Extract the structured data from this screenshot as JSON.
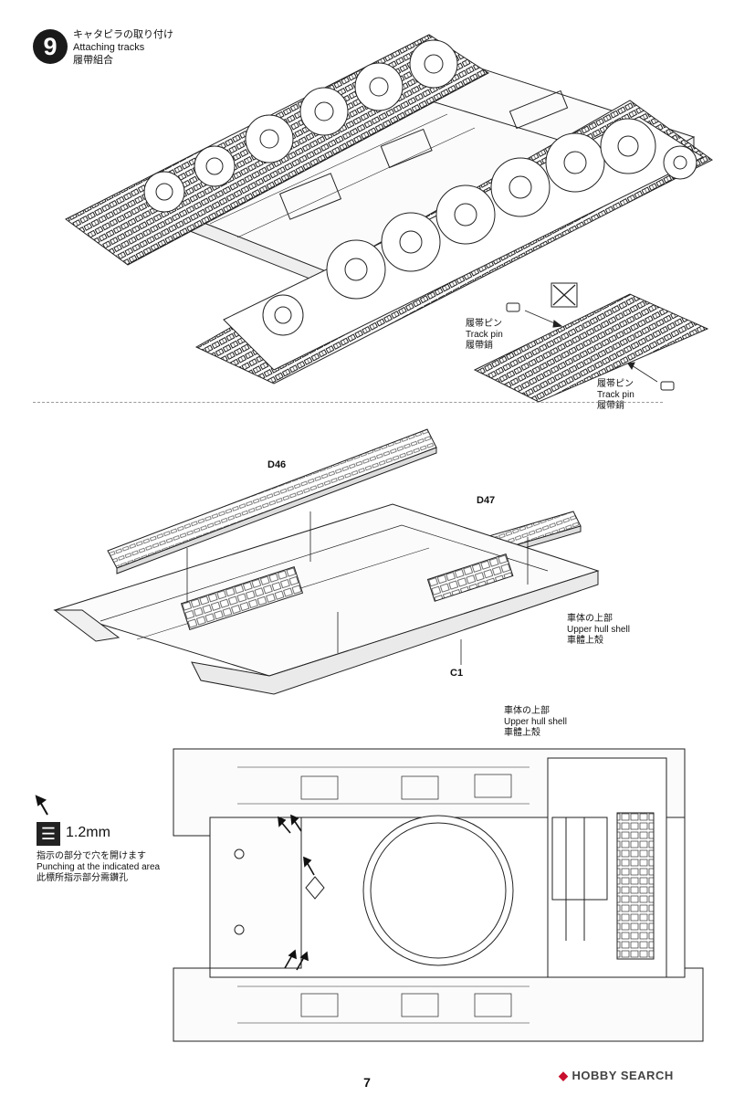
{
  "step": {
    "number": "9",
    "title_jp": "キャタピラの取り付け",
    "title_en": "Attaching tracks",
    "title_cn": "履帶組合"
  },
  "track_pin_left": {
    "jp": "履帯ピン",
    "en": "Track pin",
    "cn": "履帶銷"
  },
  "track_pin_right": {
    "jp": "履帯ピン",
    "en": "Track pin",
    "cn": "履帶銷"
  },
  "parts": {
    "d46": "D46",
    "d47": "D47",
    "c1": "C1"
  },
  "upper_hull_1": {
    "jp": "車体の上部",
    "en": "Upper hull shell",
    "cn": "車體上殼"
  },
  "upper_hull_2": {
    "jp": "車体の上部",
    "en": "Upper hull shell",
    "cn": "車體上殼"
  },
  "drill": {
    "size": "1.2mm",
    "jp": "指示の部分で穴を開けます",
    "en": "Punching at the indicated area",
    "cn": "此標所指示部分需鑽孔"
  },
  "page_number": "7",
  "watermark": "HOBBY SEARCH",
  "icons": [
    "step-badge",
    "do-not-glue-icon",
    "drill-icon",
    "arrow-icon"
  ]
}
